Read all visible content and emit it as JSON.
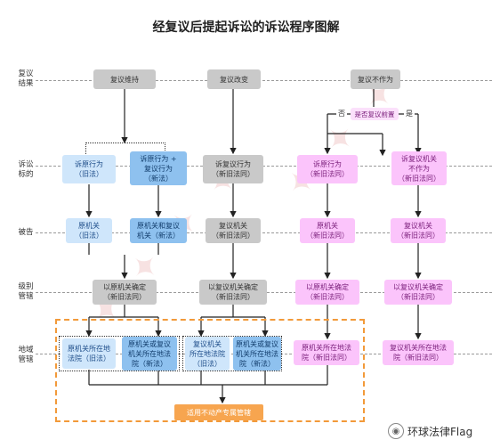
{
  "title": "经复议后提起诉讼的诉讼程序图解",
  "rows": {
    "result": "复议\n结果",
    "target": "诉讼\n标的",
    "defendant": "被告",
    "level": "级别\n管辖",
    "region": "地域\n管辖"
  },
  "results": {
    "uphold": "复议维持",
    "change": "复议改变",
    "inaction": "复议不作为"
  },
  "decision": {
    "question": "是否复议前置",
    "no": "否",
    "yes": "是"
  },
  "targets": {
    "orig_old": "诉原行为\n（旧法）",
    "orig_review_new": "诉原行为 +\n复议行为\n（新法）",
    "review_act": "诉复议行为\n（新旧法同）",
    "orig_pink": "诉原行为\n（新旧法同）",
    "review_inaction": "诉复议机关\n不作为\n（新旧法同）"
  },
  "defendants": {
    "orig_old": "原机关\n（旧法）",
    "orig_and_review_new": "原机关和复议\n机关（新法）",
    "review_gray": "复议机关\n（新旧法同）",
    "orig_pink": "原机关\n（新旧法同）",
    "review_pink": "复议机关\n（新旧法同）"
  },
  "levels": {
    "orig_gray": "以原机关确定\n（新旧法同）",
    "review_gray": "以复议机关确定\n（新旧法同）",
    "orig_pink": "以原机关确定\n（新旧法同）",
    "review_pink": "以复议机关确定\n（新旧法同）"
  },
  "regions": {
    "orig_old": "原机关所在地\n法院（旧法）",
    "orig_or_review_new_left": "原机关或复议\n机关所在地法\n院（新法）",
    "review_old": "复议机关\n所在地法院\n（旧法）",
    "orig_or_review_new_right": "原机关或复议\n机关所在地法\n院（新法）",
    "orig_pink": "原机关所在地法\n院（新旧法同）",
    "review_pink": "复议机关所在地法\n院（新旧法同）"
  },
  "real_estate": "适用不动产专属管辖",
  "brand": "环球法律Flag",
  "brand_icon": "wechat-icon"
}
